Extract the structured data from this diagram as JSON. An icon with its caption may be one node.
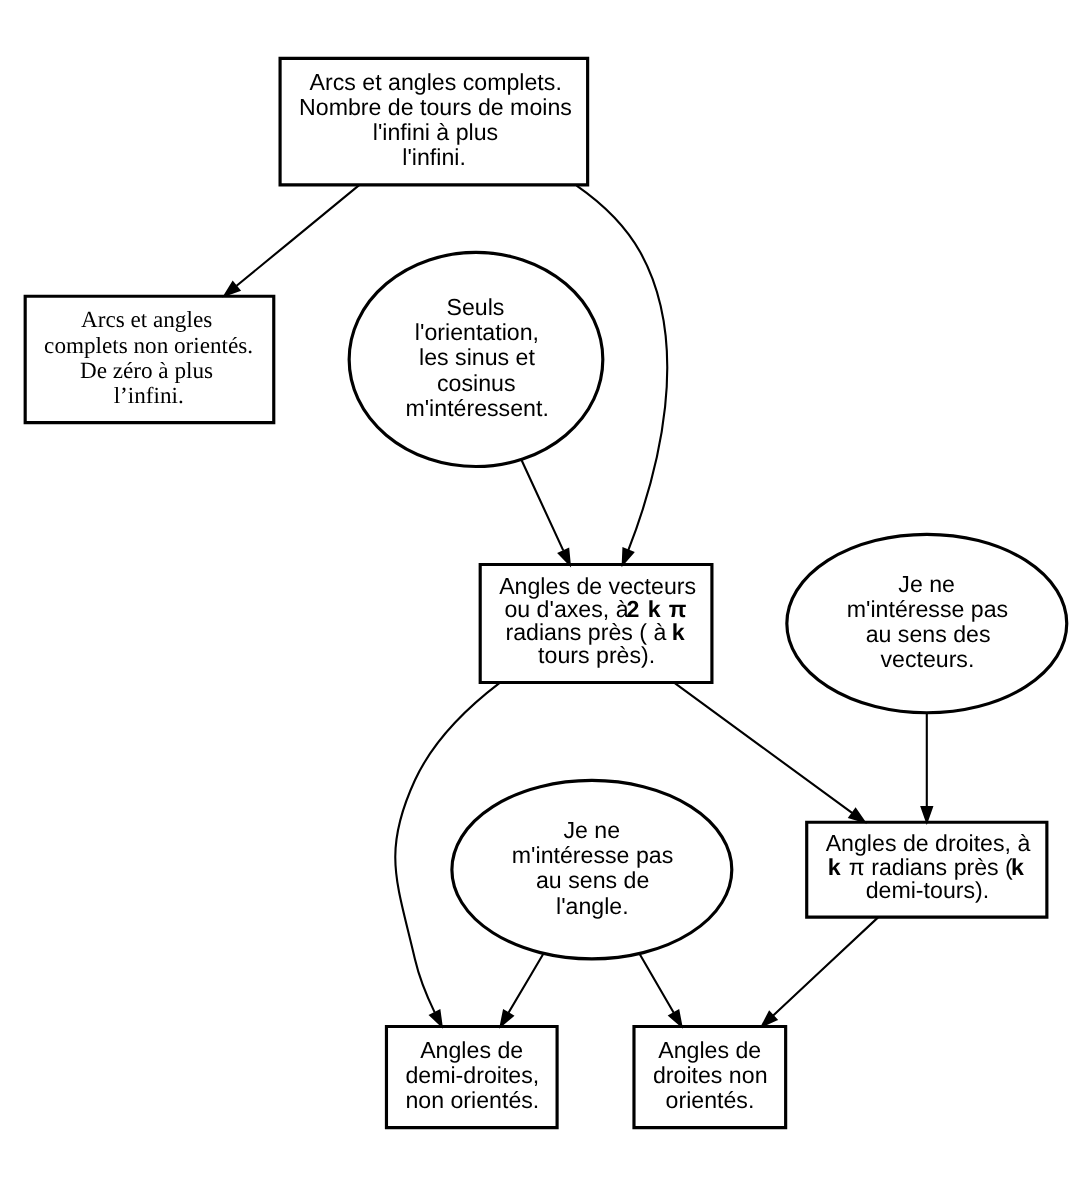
{
  "diagram": {
    "nodes": [
      {
        "text": [
          "Arcs et angles complets. Nombre de tours de moins l'infini à plus l'infini."
        ]
      },
      {
        "text": [
          "Seuls l'orientation, les sinus et cosinus m'intéressent."
        ]
      },
      {
        "text": [
          "Arcs et angles complets non orientés. De zéro à plus l’infini."
        ]
      },
      {
        "text": [
          "Angles de vecteurs ou d'axes, à**2 k π** radians près ( à **k** tours près)."
        ]
      },
      {
        "text": [
          "Je ne m'intéresse pas au sens des vecteurs."
        ]
      },
      {
        "text": [
          "Angles de droites, à **k** π radians près (**k** demi-tours)."
        ]
      },
      {
        "text": [
          "Je ne m'intéresse pas au sens de l'angle."
        ]
      },
      {
        "text": [
          "Angles de demi-droites, non orientés."
        ]
      },
      {
        "text": [
          "Angles de droites non orientés."
        ]
      }
    ],
    "edges": [
      {
        "from": 0,
        "to": 3,
        "arrow": "to"
      },
      {
        "from": 0,
        "to": 2,
        "arrow": "to"
      },
      {
        "from": 1,
        "to": 3,
        "arrow": "to"
      },
      {
        "from": 3,
        "to": 7,
        "arrow": "to"
      },
      {
        "from": 3,
        "to": 5,
        "arrow": "to"
      },
      {
        "from": 4,
        "to": 5,
        "arrow": "to"
      },
      {
        "from": 5,
        "to": 8,
        "arrow": "to"
      },
      {
        "from": 6,
        "to": 7,
        "arrow": "to"
      },
      {
        "from": 6,
        "to": 8,
        "arrow": "to"
      }
    ]
  }
}
